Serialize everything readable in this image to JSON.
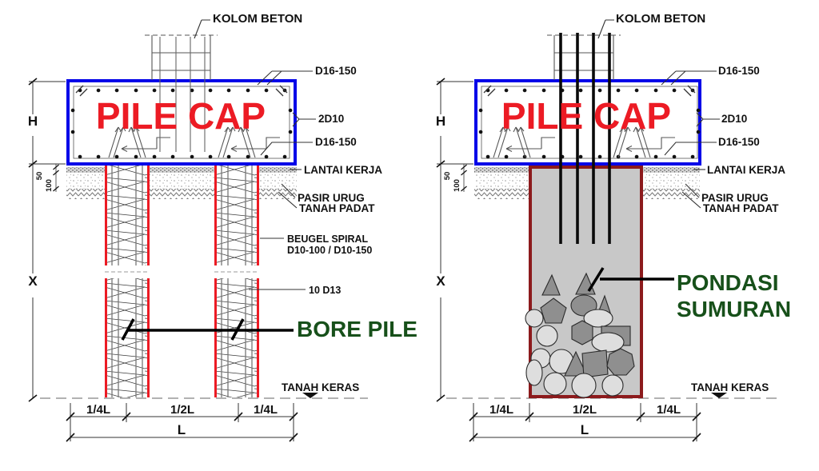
{
  "colors": {
    "blue_border": "#0404E8",
    "red_accent": "#EC1B24",
    "dark_red": "#8C1A1C",
    "gray_fill": "#C8C8C8",
    "green_label": "#17501A"
  },
  "common": {
    "kolom_beton": "KOLOM BETON",
    "pile_cap": "PILE CAP",
    "rebar_d16": "D16-150",
    "rebar_2d10": "2D10",
    "lantai_kerja": "LANTAI KERJA",
    "pasir_urug": "PASIR URUG",
    "tanah_padat": "TANAH PADAT",
    "tanah_keras": "TANAH KERAS",
    "dim_h": "H",
    "dim_x": "X",
    "dim_50": "50",
    "dim_100": "100",
    "dim_quarter_l": "1/4L",
    "dim_half_l": "1/2L",
    "dim_l": "L"
  },
  "left_diagram": {
    "title": "BORE PILE",
    "beugel_line1": "BEUGEL SPIRAL",
    "beugel_line2": "D10-100 / D10-150",
    "main_bars": "10 D13"
  },
  "right_diagram": {
    "title_line1": "PONDASI",
    "title_line2": "SUMURAN"
  }
}
